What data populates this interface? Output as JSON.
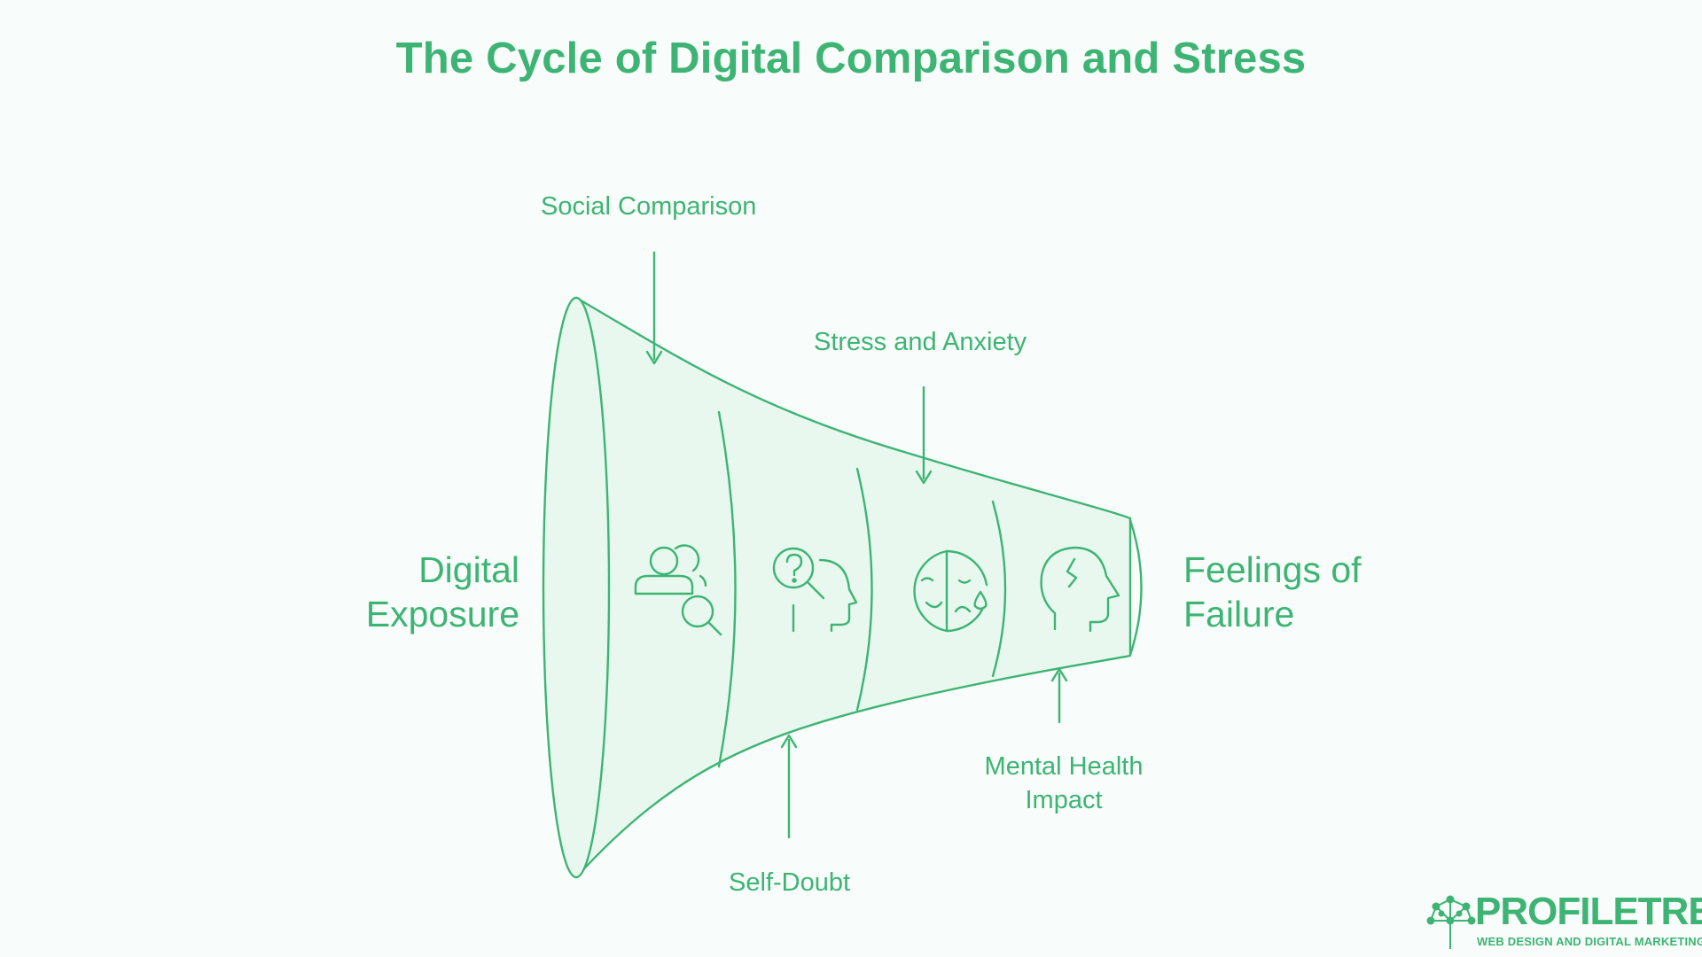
{
  "title": "The Cycle of Digital Comparison and Stress",
  "left_label": [
    "Digital",
    "Exposure"
  ],
  "right_label": [
    "Feelings of",
    "Failure"
  ],
  "stages": [
    {
      "label": "Social Comparison",
      "icon": "people-search-icon"
    },
    {
      "label": "Self-Doubt",
      "icon": "head-question-icon"
    },
    {
      "label": "Stress and Anxiety",
      "icon": "mood-mask-icon"
    },
    {
      "label": "Mental Health Impact",
      "label_lines": [
        "Mental Health",
        "Impact"
      ],
      "icon": "cracked-head-icon"
    }
  ],
  "logo": {
    "name": "PROFILETREE",
    "tagline": "WEB DESIGN AND DIGITAL MARKETING"
  },
  "colors": {
    "accent": "#3DB474",
    "funnel_fill": "#E8F8EF",
    "background": "#F8FCFA"
  }
}
